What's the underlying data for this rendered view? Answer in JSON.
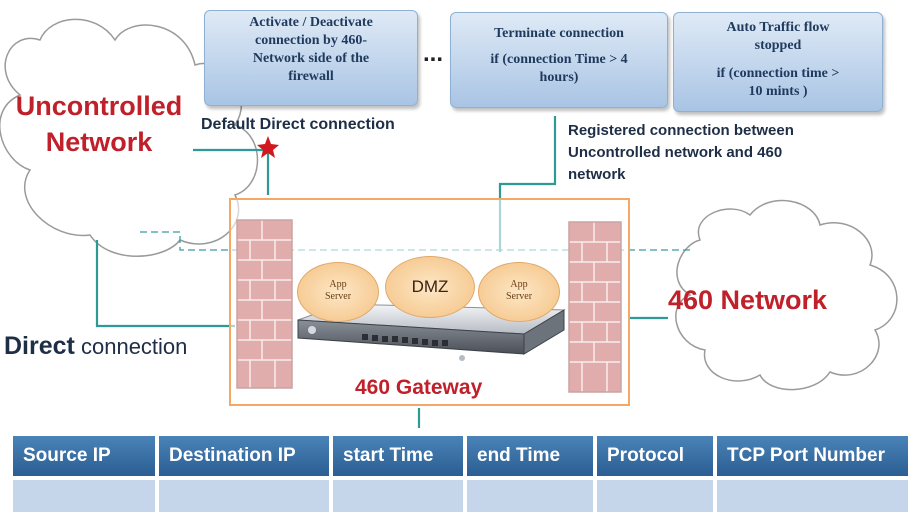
{
  "labels": {
    "uncontrolled_line1": "Uncontrolled",
    "uncontrolled_line2": "Network",
    "network460": "460 Network",
    "default_direct": "Default Direct connection",
    "registered_line1": "Registered connection between",
    "registered_line2": "Uncontrolled network and 460",
    "registered_line3": "network",
    "direct_bold": "Direct",
    "direct_rest": " connection",
    "gateway": "460 Gateway",
    "dmz": "DMZ",
    "app_server_line1": "App",
    "app_server_line2": "Server",
    "ellipsis": "..."
  },
  "boxes": {
    "activate": [
      "Activate / Deactivate",
      "connection by 460-",
      "Network side of the",
      "firewall"
    ],
    "terminate": [
      "Terminate connection",
      "if (connection Time > 4",
      "hours)"
    ],
    "auto": [
      "Auto Traffic flow",
      "stopped",
      "if (connection time >",
      "10 mints )"
    ]
  },
  "table": {
    "headers": [
      "Source IP",
      "Destination IP",
      "start Time",
      "end Time",
      "Protocol",
      "TCP Port Number"
    ]
  },
  "colors": {
    "accent_red": "#c0202a",
    "wire": "#2d9a96",
    "header_blue": "#3a6fa6",
    "brick": "#b32a2a"
  }
}
